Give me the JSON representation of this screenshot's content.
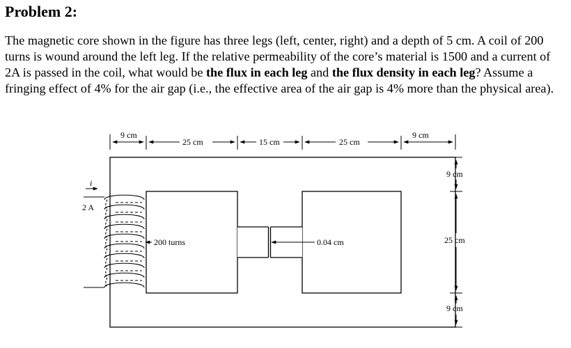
{
  "problem": {
    "title": "Problem 2:",
    "text_1": "The magnetic core shown in the figure has three legs (left, center, right) and a depth of 5 cm. A coil of 200 turns is wound around the left leg. If the relative permeability of the core’s material is 1500 and a current of 2A is passed in the coil, what would be ",
    "bold_1": "the flux in each leg",
    "text_2": " and ",
    "bold_2": "the flux density in each leg",
    "text_3": "? Assume a fringing effect of 4% for the air gap (i.e., the effective area of the air gap is 4% more than the physical area)."
  },
  "figure": {
    "dim_top_1": "9 cm",
    "dim_top_2": "25 cm",
    "dim_top_3": "15 cm",
    "dim_top_4": "25 cm",
    "dim_top_5": "9 cm",
    "dim_right_1": "9 cm",
    "dim_right_2": "25 cm",
    "dim_right_3": "9 cm",
    "current_symbol": "i",
    "current_value": "2 A",
    "turns_label": "200 turns",
    "gap_label": "0.04 cm"
  }
}
